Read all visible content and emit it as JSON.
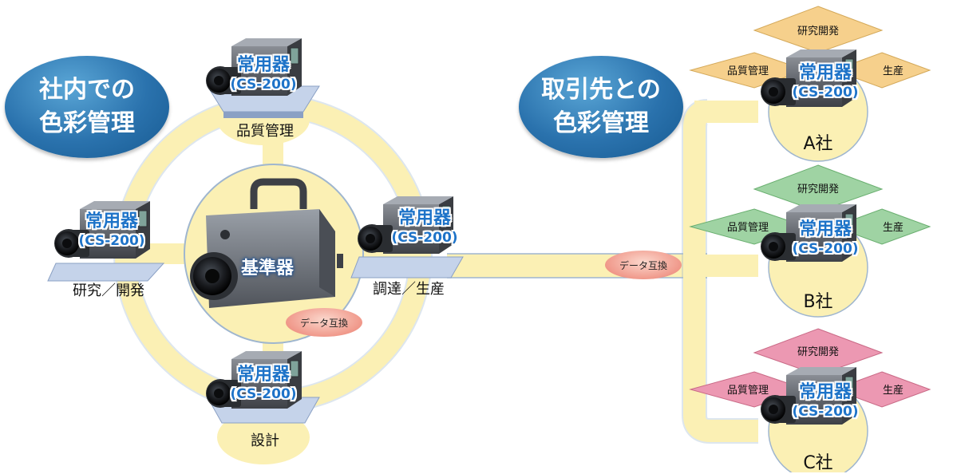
{
  "internal_title": [
    "社内での",
    "色彩管理"
  ],
  "external_title": [
    "取引先との",
    "色彩管理"
  ],
  "reference_device": "基準器",
  "working_device": {
    "name": "常用器",
    "model": "(CS-200)"
  },
  "data_exchange": "データ互換",
  "departments": {
    "top": "品質管理",
    "left": "研究／開発",
    "right": "調達／生産",
    "bottom": "設計"
  },
  "companies": [
    {
      "name": "A社",
      "color": "#f6d08c",
      "tiles": [
        "研究開発",
        "品質管理",
        "生産"
      ]
    },
    {
      "name": "B社",
      "color": "#9fd3a3",
      "tiles": [
        "研究開発",
        "品質管理",
        "生産"
      ]
    },
    {
      "name": "C社",
      "color": "#ec98b2",
      "tiles": [
        "研究開発",
        "品質管理",
        "生産"
      ]
    }
  ],
  "colors": {
    "track": "#fbf0b4",
    "track_edge": "#9fb6cf",
    "bubble": "#2a72ad",
    "label_blue": "#1e73c8",
    "exchange": "#f0988a"
  }
}
